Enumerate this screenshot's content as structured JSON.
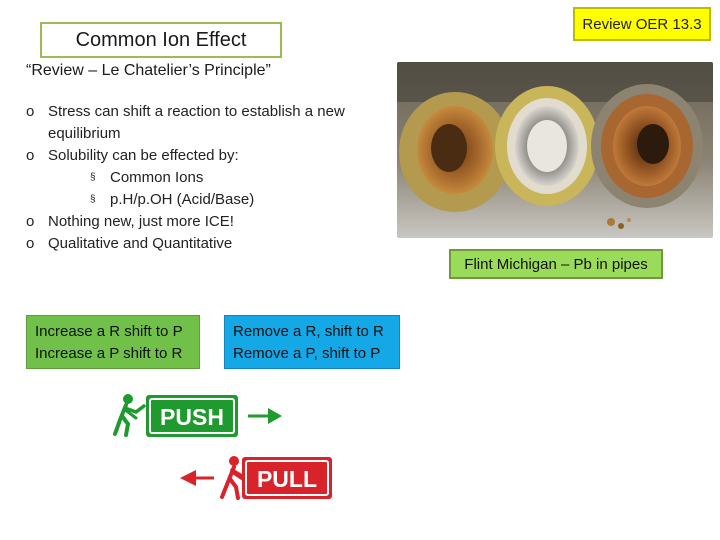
{
  "slide": {
    "title": "Common Ion Effect",
    "subtitle": "“Review – Le Chatelier’s Principle”",
    "badge": "Review OER 13.3",
    "bullets": [
      {
        "marker": "o",
        "text": "Stress can shift a reaction to establish a new equilibrium"
      },
      {
        "marker": "o",
        "text": "Solubility can be effected by:"
      },
      {
        "marker": "§",
        "text": "Common Ions"
      },
      {
        "marker": "§",
        "text": "p.H/p.OH (Acid/Base)"
      },
      {
        "marker": "o",
        "text": "Nothing new, just more ICE!"
      },
      {
        "marker": "o",
        "text": "Qualitative and Quantitative"
      }
    ],
    "photo_caption": "Flint Michigan – Pb in pipes",
    "green_box": {
      "line1": "Increase a R shift to P",
      "line2": "Increase a P shift to R",
      "color": "#70c04a"
    },
    "blue_box": {
      "line1": "Remove a R, shift to R",
      "line2": "Remove a P, shift to P",
      "color": "#14a8e6"
    },
    "push_sign": {
      "label": "PUSH",
      "color": "#1f9a2e",
      "icon": "push-person-icon"
    },
    "pull_sign": {
      "label": "PULL",
      "color": "#d8232a",
      "icon": "pull-person-icon"
    }
  }
}
